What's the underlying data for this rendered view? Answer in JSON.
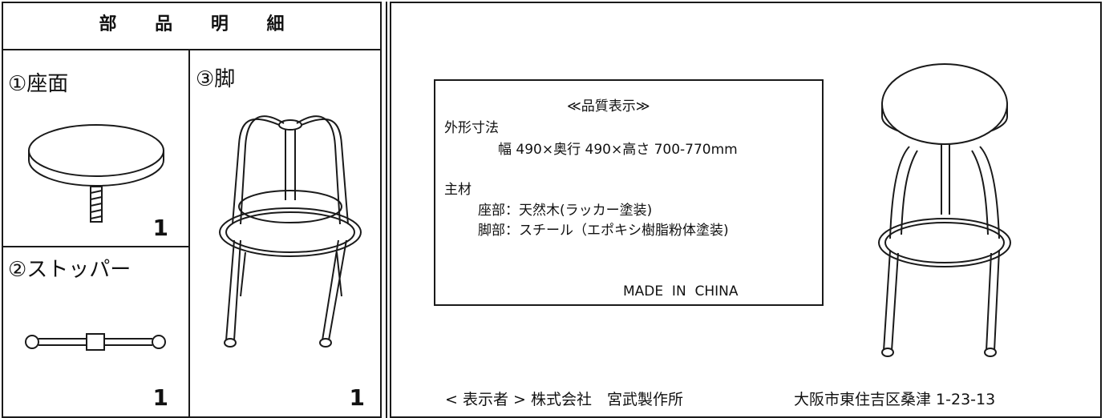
{
  "parts": {
    "title": "部 品 明 細",
    "seat": {
      "label": "①座面",
      "qty": "1"
    },
    "stopper": {
      "label": "②ストッパー",
      "qty": "1"
    },
    "legs": {
      "label": "③脚",
      "qty": "1"
    }
  },
  "quality": {
    "heading": "≪品質表示≫",
    "size_label": "外形寸法",
    "size_value": "幅 490×奥行 490×高さ 700-770mm",
    "material_label": "主材",
    "seat_material": "座部：天然木(ラッカー塗装)",
    "leg_material": "脚部：スチール（エポキシ樹脂粉体塗装)",
    "origin": "MADE  IN  CHINA"
  },
  "footer": {
    "labeler": "< 表示者 > 株式会社　宮武製作所",
    "address": "大阪市東住吉区桑津 1-23-13"
  }
}
